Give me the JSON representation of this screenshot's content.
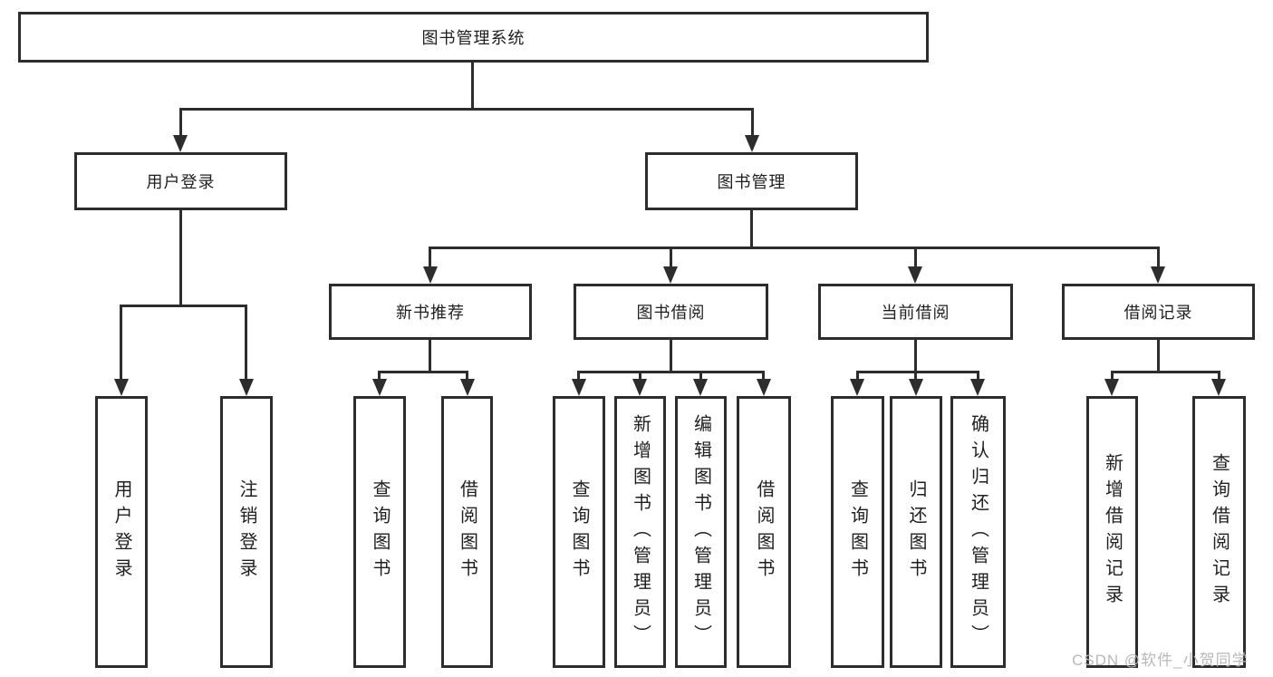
{
  "nodes": {
    "root": "图书管理系统",
    "level1": [
      {
        "label": "用户登录"
      },
      {
        "label": "图书管理"
      }
    ],
    "level2": [
      {
        "label": "新书推荐"
      },
      {
        "label": "图书借阅"
      },
      {
        "label": "当前借阅"
      },
      {
        "label": "借阅记录"
      }
    ],
    "leaves": {
      "user_login": [
        "用户登录",
        "注销登录"
      ],
      "new_book": [
        "查询图书",
        "借阅图书"
      ],
      "book_borrow": [
        "查询图书",
        "新增图书（管理员）",
        "编辑图书（管理员）",
        "借阅图书"
      ],
      "current_borrow": [
        "查询图书",
        "归还图书",
        "确认归还（管理员）"
      ],
      "borrow_record": [
        "新增借阅记录",
        "查询借阅记录"
      ]
    }
  },
  "watermark": "CSDN @软件_小贺同学",
  "colors": {
    "line": "#2d2d2d",
    "box_background": "#ffffff",
    "text": "#1f1f1f",
    "watermark": "#b8b8b8"
  }
}
